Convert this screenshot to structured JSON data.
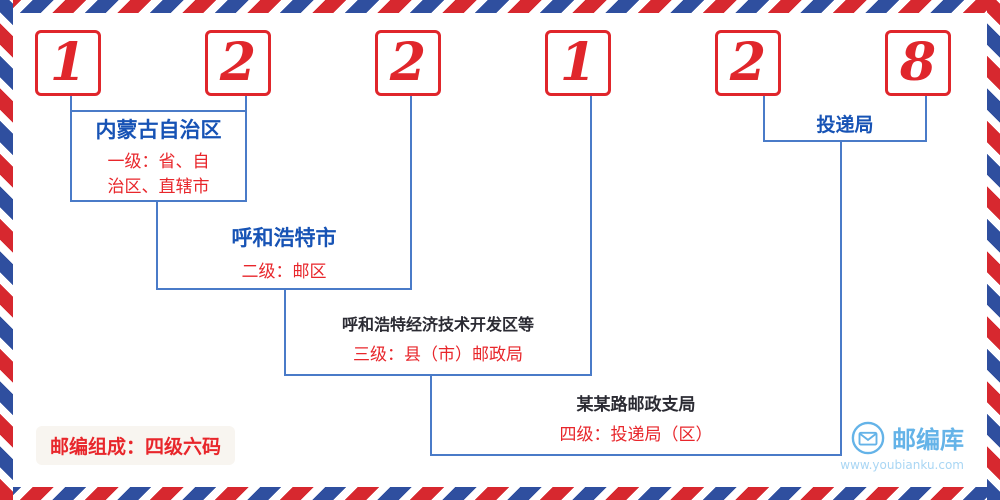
{
  "postal_code": {
    "digits": [
      "1",
      "2",
      "2",
      "1",
      "2",
      "8"
    ]
  },
  "levels": [
    {
      "name": "内蒙古自治区",
      "desc": "一级：省、自\n治区、直辖市"
    },
    {
      "name": "呼和浩特市",
      "desc": "二级：邮区"
    },
    {
      "name": "呼和浩特经济技术开发区等",
      "desc": "三级：县（市）邮政局"
    },
    {
      "name": "某某路邮政支局",
      "desc": "四级：投递局（区）"
    }
  ],
  "delivery_office": {
    "label": "投递局"
  },
  "footer": {
    "note": "邮编组成：四级六码"
  },
  "brand": {
    "name": "邮编库",
    "url": "www.youbianku.com"
  },
  "colors": {
    "digit_red": "#e0262b",
    "line_blue": "#4a7bc8",
    "label_blue": "#1753b5",
    "text_red": "#e8262b",
    "text_dark": "#2b2b33",
    "brand_blue": "#64b3e8",
    "border_red": "#d7282f",
    "border_blue": "#2f4f9f"
  }
}
